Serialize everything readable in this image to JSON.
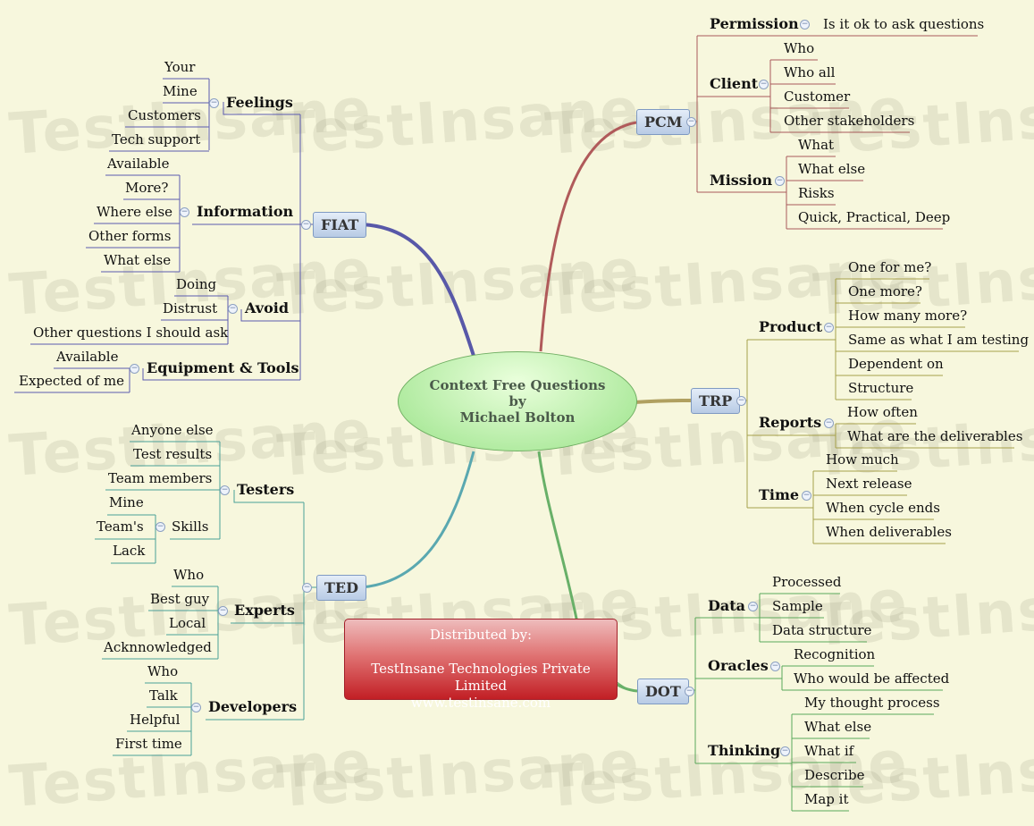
{
  "center": {
    "line1": "Context Free Questions",
    "line2": "by",
    "line3": "Michael Bolton"
  },
  "distributor": {
    "label": "Distributed by:",
    "company": "TestInsane Technologies Private Limited",
    "url": "www.testinsane.com"
  },
  "watermark_text": "TestInsane",
  "colors": {
    "pcm": "#b05a5a",
    "fiat": "#5858a8",
    "trp": "#b0a060",
    "ted": "#5aa8b0",
    "dot": "#68b068"
  },
  "nodes": {
    "fiat": {
      "label": "FIAT",
      "feelings": {
        "label": "Feelings",
        "items": [
          "Your",
          "Mine",
          "Customers",
          "Tech support"
        ]
      },
      "information": {
        "label": "Information",
        "items": [
          "Available",
          "More?",
          "Where else",
          "Other forms",
          "What else"
        ]
      },
      "avoid": {
        "label": "Avoid",
        "items": [
          "Doing",
          "Distrust",
          "Other questions I should ask"
        ]
      },
      "equipment": {
        "label": "Equipment & Tools",
        "items": [
          "Available",
          "Expected of me"
        ]
      }
    },
    "ted": {
      "label": "TED",
      "testers": {
        "label": "Testers",
        "items": [
          "Anyone else",
          "Test results",
          "Team members"
        ]
      },
      "skills": {
        "label": "Skills",
        "items": [
          "Mine",
          "Team's",
          "Lack"
        ]
      },
      "experts": {
        "label": "Experts",
        "items": [
          "Who",
          "Best guy",
          "Local",
          "Acknnowledged"
        ]
      },
      "developers": {
        "label": "Developers",
        "items": [
          "Who",
          "Talk",
          "Helpful",
          "First time"
        ]
      }
    },
    "pcm": {
      "label": "PCM",
      "permission": {
        "label": "Permission",
        "items": [
          "Is it ok to ask questions"
        ]
      },
      "client": {
        "label": "Client",
        "items": [
          "Who",
          "Who all",
          "Customer",
          "Other stakeholders"
        ]
      },
      "mission": {
        "label": "Mission",
        "items": [
          "What",
          "What else",
          "Risks",
          "Quick, Practical, Deep"
        ]
      }
    },
    "trp": {
      "label": "TRP",
      "product": {
        "label": "Product",
        "items": [
          "One for me?",
          "One more?",
          "How many more?",
          "Same as what I am testing",
          "Dependent on",
          "Structure"
        ]
      },
      "reports": {
        "label": "Reports",
        "items": [
          "How often",
          "What are the deliverables"
        ]
      },
      "time": {
        "label": "Time",
        "items": [
          "How much",
          "Next release",
          "When cycle ends",
          "When deliverables"
        ]
      }
    },
    "dot": {
      "label": "DOT",
      "data": {
        "label": "Data",
        "items": [
          "Processed",
          "Sample",
          "Data structure"
        ]
      },
      "oracles": {
        "label": "Oracles",
        "items": [
          "Recognition",
          "Who would be affected"
        ]
      },
      "thinking": {
        "label": "Thinking",
        "items": [
          "My thought process",
          "What else",
          "What if",
          "Describe",
          "Map it"
        ]
      }
    }
  }
}
